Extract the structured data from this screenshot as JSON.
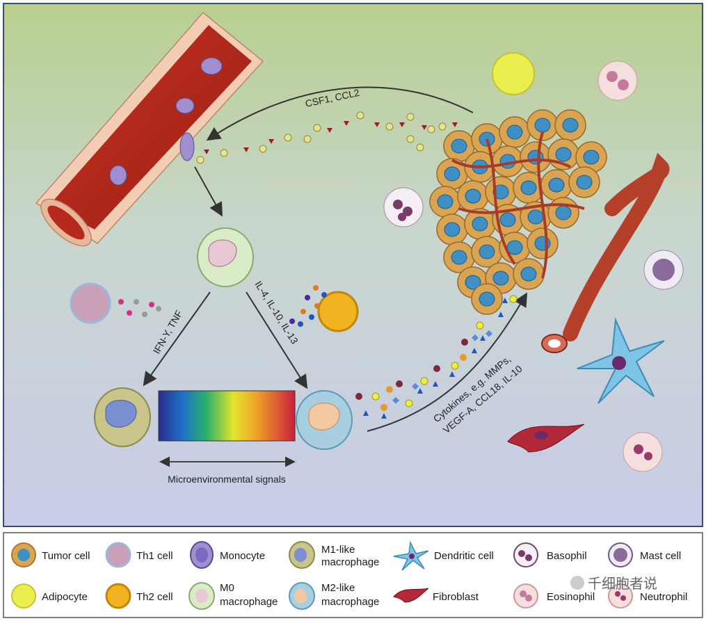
{
  "labels": {
    "csf_ccl2": "CSF1, CCL2",
    "ifn_tnf": "IFN-Y, TNF",
    "il_list": "IL-4, IL-10, IL-13",
    "cytokines_line1": "Cytokines, e.g. MMPs,",
    "cytokines_line2": "VEGF-A, CCL18, IL-10",
    "microenv": "Microenvironmental signals"
  },
  "legend": {
    "tumor_cell": "Tumor cell",
    "th1_cell": "Th1 cell",
    "monocyte": "Monocyte",
    "m1_line1": "M1-like",
    "m1_line2": "macrophage",
    "dendritic_cell": "Dendritic cell",
    "basophil": "Basophil",
    "mast_cell": "Mast cell",
    "adipocyte": "Adipocyte",
    "th2_cell": "Th2 cell",
    "m0_line1": "M0",
    "m0_line2": "macrophage",
    "m2_line1": "M2-like",
    "m2_line2": "macrophage",
    "fibroblast": "Fibroblast",
    "eosinophil": "Eosinophil",
    "neutrophil": "Neutrophil"
  },
  "watermark": "千细胞者说",
  "colors": {
    "frame": "#3a4a7a",
    "vessel": "#b52a1c",
    "vessel_wall": "#f2cdb3",
    "tumor": "#d9a552",
    "nucleus_blue": "#3d8fc4"
  }
}
